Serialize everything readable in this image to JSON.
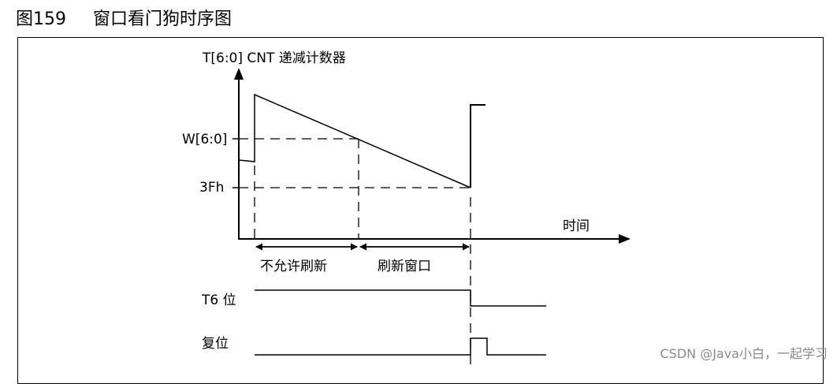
{
  "figure": {
    "number": "图159",
    "caption": "窗口看门狗时序图"
  },
  "diagram": {
    "y_axis_label": "T[6:0] CNT 递减计数器",
    "x_axis_label": "时间",
    "w_level_label": "W[6:0]",
    "reset_level_label": "3Fh",
    "phase_no_refresh_label": "不允许刷新",
    "phase_refresh_window_label": "刷新窗口",
    "t6_signal_label": "T6 位",
    "reset_signal_label": "复位"
  },
  "watermark": {
    "text": "CSDN @Java小白，一起学习"
  }
}
